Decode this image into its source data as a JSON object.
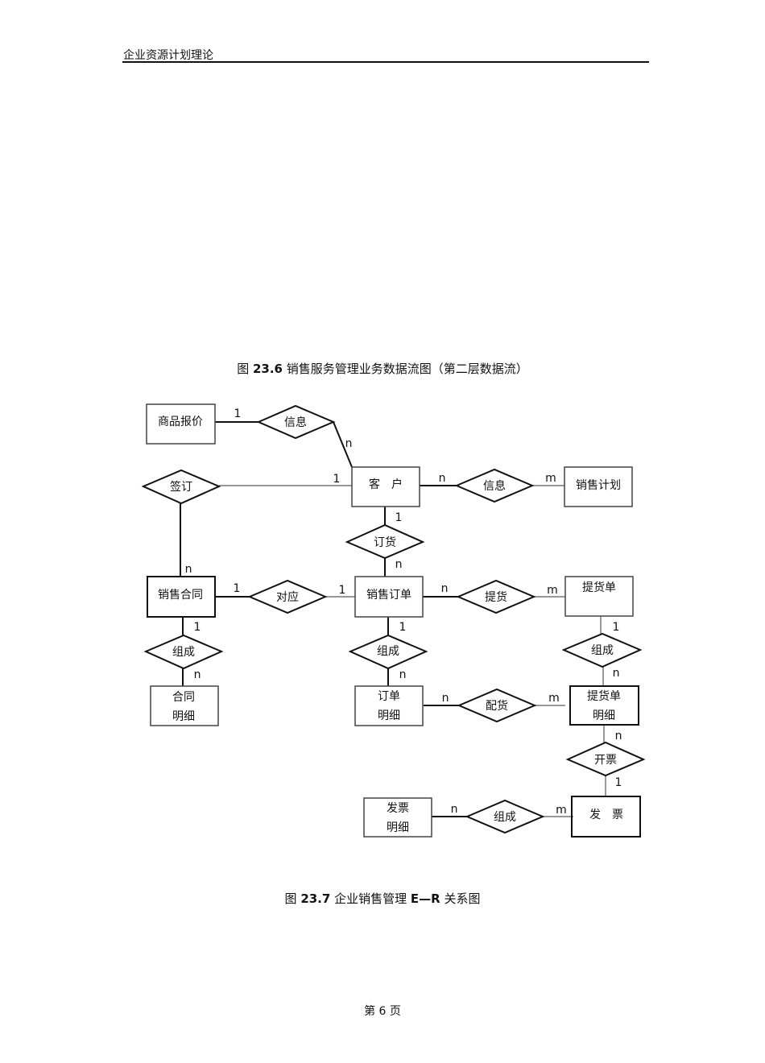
{
  "header": {
    "title": "企业资源计划理论"
  },
  "captions": {
    "fig236": {
      "prefix": "图 ",
      "number": "23.6",
      "text": " 销售服务管理业务数据流图（第二层数据流）"
    },
    "fig237": {
      "prefix": "图 ",
      "number": "23.7",
      "text": " 企业销售管理 ",
      "bold_tail": "E—R",
      "tail": " 关系图"
    }
  },
  "page": {
    "label": "第 6 页"
  },
  "diagram": {
    "entities": {
      "product_quote": {
        "label": "商品报价"
      },
      "customer": {
        "label": "客　户"
      },
      "sales_plan": {
        "label": "销售计划"
      },
      "sales_contract": {
        "label": "销售合同"
      },
      "sales_order": {
        "label": "销售订单"
      },
      "delivery_note": {
        "label": "提货单"
      },
      "contract_detail": {
        "line1": "合同",
        "line2": "明细"
      },
      "order_detail": {
        "line1": "订单",
        "line2": "明细"
      },
      "delivery_detail": {
        "line1": "提货单",
        "line2": "明细"
      },
      "invoice_detail": {
        "line1": "发票",
        "line2": "明细"
      },
      "invoice": {
        "label": "发　票"
      }
    },
    "relationships": {
      "info_quote": {
        "label": "信息"
      },
      "sign": {
        "label": "签订"
      },
      "info_plan": {
        "label": "信息"
      },
      "order_goods": {
        "label": "订货"
      },
      "correspond": {
        "label": "对应"
      },
      "pickup": {
        "label": "提货"
      },
      "compose_contract": {
        "label": "组成"
      },
      "compose_order": {
        "label": "组成"
      },
      "compose_delivery": {
        "label": "组成"
      },
      "allocate": {
        "label": "配货"
      },
      "invoicing": {
        "label": "开票"
      },
      "compose_invoice": {
        "label": "组成"
      }
    },
    "cardinalities": {
      "quote_info": "1",
      "info_customer": "n",
      "sign_customer": "1",
      "sign_contract": "n",
      "customer_infoplan": "n",
      "infoplan_plan": "m",
      "customer_order": "1",
      "order_goods_order": "n",
      "contract_correspond": "1",
      "correspond_order": "1",
      "order_pickup": "n",
      "pickup_delivery": "m",
      "contract_compose": "1",
      "compose_contractdetail": "n",
      "order_compose": "1",
      "compose_orderdetail": "n",
      "delivery_compose": "1",
      "compose_deliverydetail": "n",
      "orderdetail_allocate": "n",
      "allocate_deliverydetail": "m",
      "deliverydetail_invoicing": "n",
      "invoicing_invoice": "1",
      "invoicedetail_compose": "n",
      "compose_invoice": "m"
    }
  }
}
